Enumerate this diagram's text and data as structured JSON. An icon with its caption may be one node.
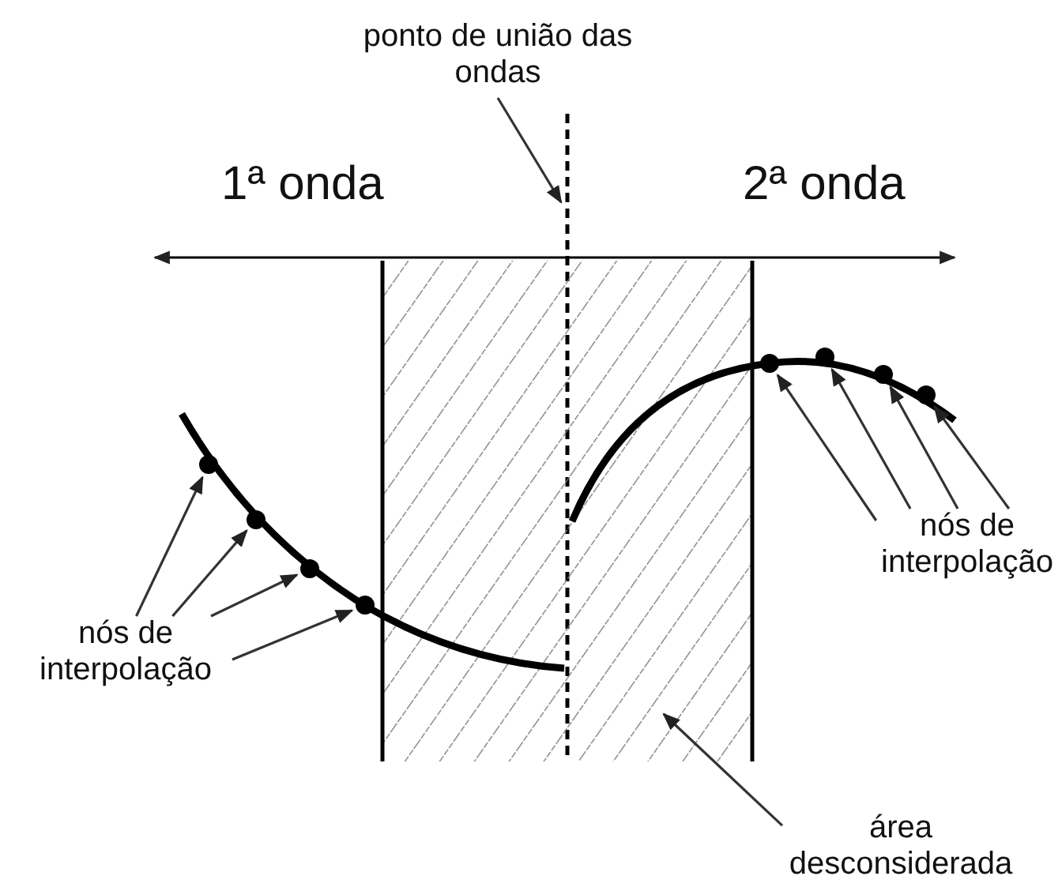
{
  "diagram": {
    "nodes": [
      {
        "text": [
          "ponto de união das ondas"
        ]
      },
      {
        "text": [],
        "shape": "line"
      },
      {
        "text": [
          "nós de interpolação"
        ]
      },
      {
        "text": [],
        "shape": "circle"
      },
      {
        "text": [],
        "shape": "circle"
      },
      {
        "text": [],
        "shape": "circle"
      },
      {
        "text": [],
        "shape": "circle"
      },
      {
        "text": [
          "nós de interpolação"
        ]
      },
      {
        "text": [],
        "shape": "circle"
      },
      {
        "text": [],
        "shape": "circle"
      },
      {
        "text": [],
        "shape": "circle"
      },
      {
        "text": [],
        "shape": "circle"
      },
      {
        "text": [
          "área desconsiderada"
        ]
      },
      {
        "text": [],
        "shape": "box"
      }
    ],
    "edges": [
      {
        "from": 0,
        "to": 1,
        "arrow": "to"
      },
      {
        "from": 2,
        "to": 3,
        "arrow": "to"
      },
      {
        "from": 2,
        "to": 4,
        "arrow": "to"
      },
      {
        "from": 2,
        "to": 5,
        "arrow": "to"
      },
      {
        "from": 2,
        "to": 6,
        "arrow": "to"
      },
      {
        "from": 7,
        "to": 8,
        "arrow": "to"
      },
      {
        "from": 7,
        "to": 9,
        "arrow": "to"
      },
      {
        "from": 7,
        "to": 10,
        "arrow": "to"
      },
      {
        "from": 7,
        "to": 11,
        "arrow": "to"
      },
      {
        "from": 12,
        "to": 13,
        "arrow": "to"
      }
    ],
    "labels": [
      "1ª onda",
      "2ª onda"
    ]
  }
}
